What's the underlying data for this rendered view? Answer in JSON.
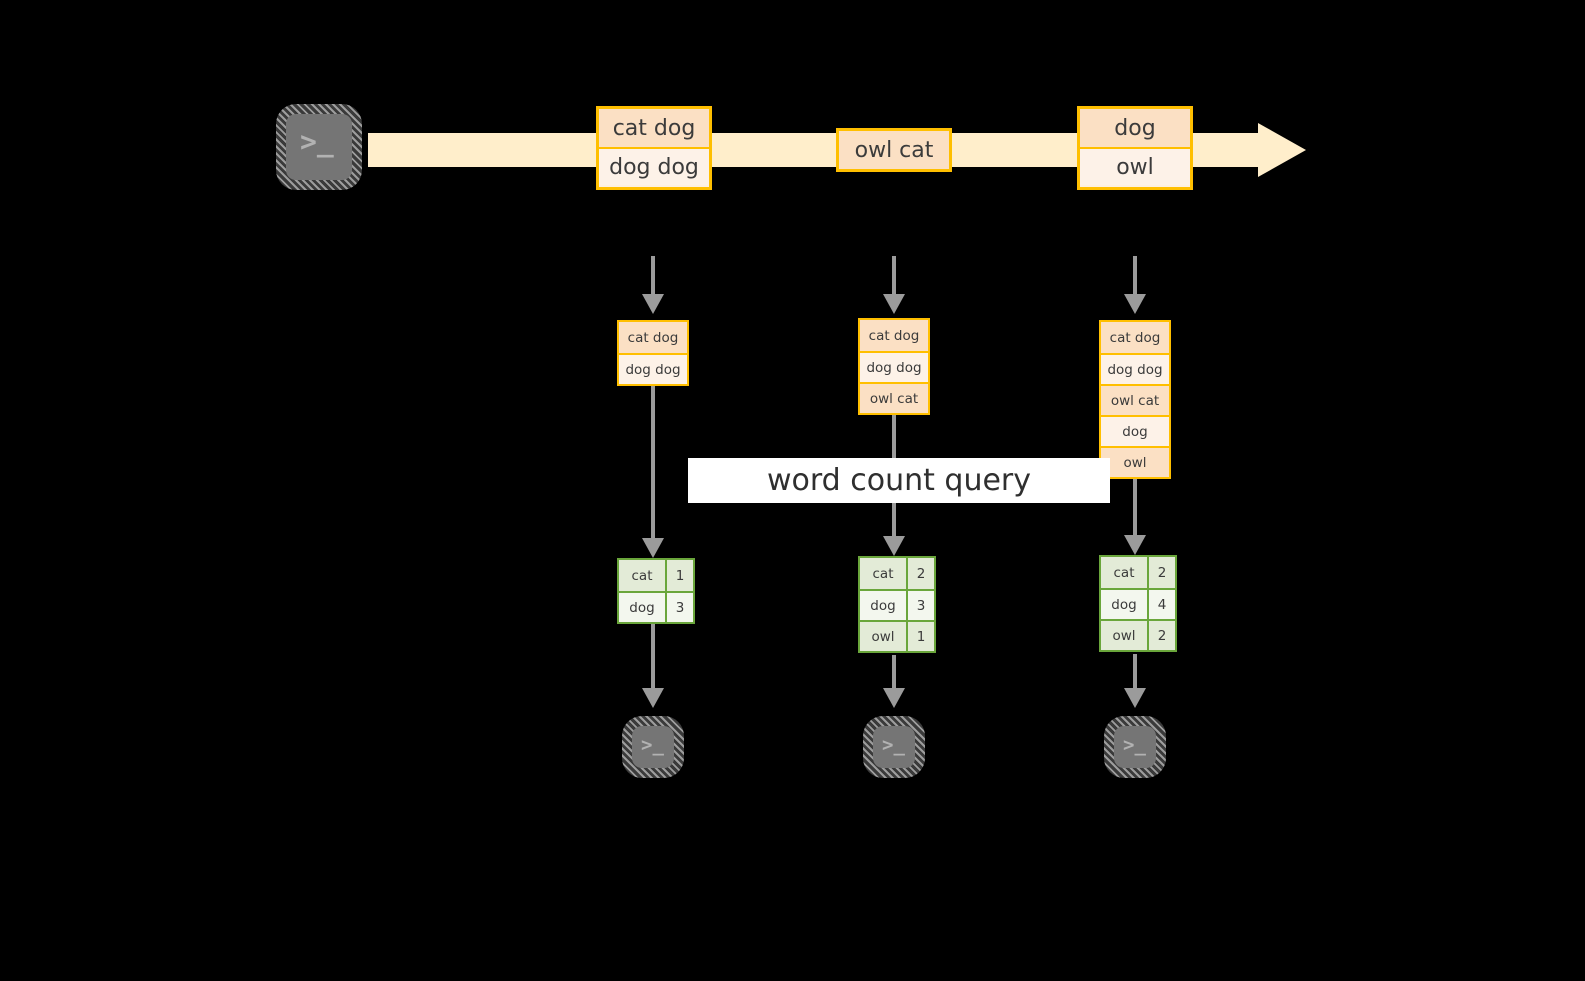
{
  "diagram": {
    "title": "word count query over a record stream",
    "colors": {
      "stream_fill": "#ffeecb",
      "record_border": "#ffbf00",
      "record_fill_dark": "#fbe0c4",
      "record_fill_light": "#fdf2e8",
      "result_border": "#6aa63b",
      "result_fill_dark": "#e3ebd7",
      "result_fill_light": "#f3f7ee",
      "connector": "#9b9b9b",
      "terminal_face": "#757575",
      "banner_bg": "#ffffff",
      "background": "#000000"
    },
    "query_banner": {
      "label": "word count query"
    },
    "source": {
      "icon": "terminal-icon",
      "prompt": ">_"
    },
    "stream": {
      "direction": "left-to-right",
      "groups": [
        {
          "name": "batch-1",
          "rows": [
            "cat dog",
            "dog dog"
          ]
        },
        {
          "name": "batch-2",
          "rows": [
            "owl cat"
          ]
        },
        {
          "name": "batch-3",
          "rows": [
            "dog",
            "owl"
          ]
        }
      ]
    },
    "columns": [
      {
        "name": "step-1",
        "input_rows": [
          "cat dog",
          "dog dog"
        ],
        "result": {
          "rows": [
            {
              "word": "cat",
              "count": "1"
            },
            {
              "word": "dog",
              "count": "3"
            }
          ]
        },
        "sink": {
          "icon": "terminal-icon",
          "prompt": ">_"
        }
      },
      {
        "name": "step-2",
        "input_rows": [
          "cat dog",
          "dog dog",
          "owl cat"
        ],
        "result": {
          "rows": [
            {
              "word": "cat",
              "count": "2"
            },
            {
              "word": "dog",
              "count": "3"
            },
            {
              "word": "owl",
              "count": "1"
            }
          ]
        },
        "sink": {
          "icon": "terminal-icon",
          "prompt": ">_"
        }
      },
      {
        "name": "step-3",
        "input_rows": [
          "cat dog",
          "dog dog",
          "owl cat",
          "dog",
          "owl"
        ],
        "result": {
          "rows": [
            {
              "word": "cat",
              "count": "2"
            },
            {
              "word": "dog",
              "count": "4"
            },
            {
              "word": "owl",
              "count": "2"
            }
          ]
        },
        "sink": {
          "icon": "terminal-icon",
          "prompt": ">_"
        }
      }
    ]
  }
}
